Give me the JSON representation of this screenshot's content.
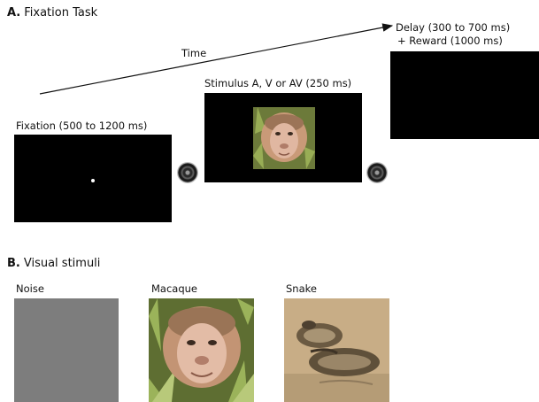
{
  "section_a": {
    "letter": "A.",
    "title": "Fixation Task",
    "time_label": "Time",
    "fixation_label": "Fixation (500 to 1200 ms)",
    "stimulus_label": "Stimulus A, V or AV (250 ms)",
    "delay_label_line1": "Delay (300 to 700 ms)",
    "delay_label_line2": "+ Reward (1000 ms)"
  },
  "section_b": {
    "letter": "B.",
    "title": "Visual stimuli",
    "noise_label": "Noise",
    "macaque_label": "Macaque",
    "snake_label": "Snake"
  },
  "icons": [
    "fixation-dot-icon",
    "speaker-icon",
    "macaque-face-icon",
    "snake-icon"
  ],
  "colors": {
    "screen": "#000000",
    "noise": "#7d7d7d"
  }
}
